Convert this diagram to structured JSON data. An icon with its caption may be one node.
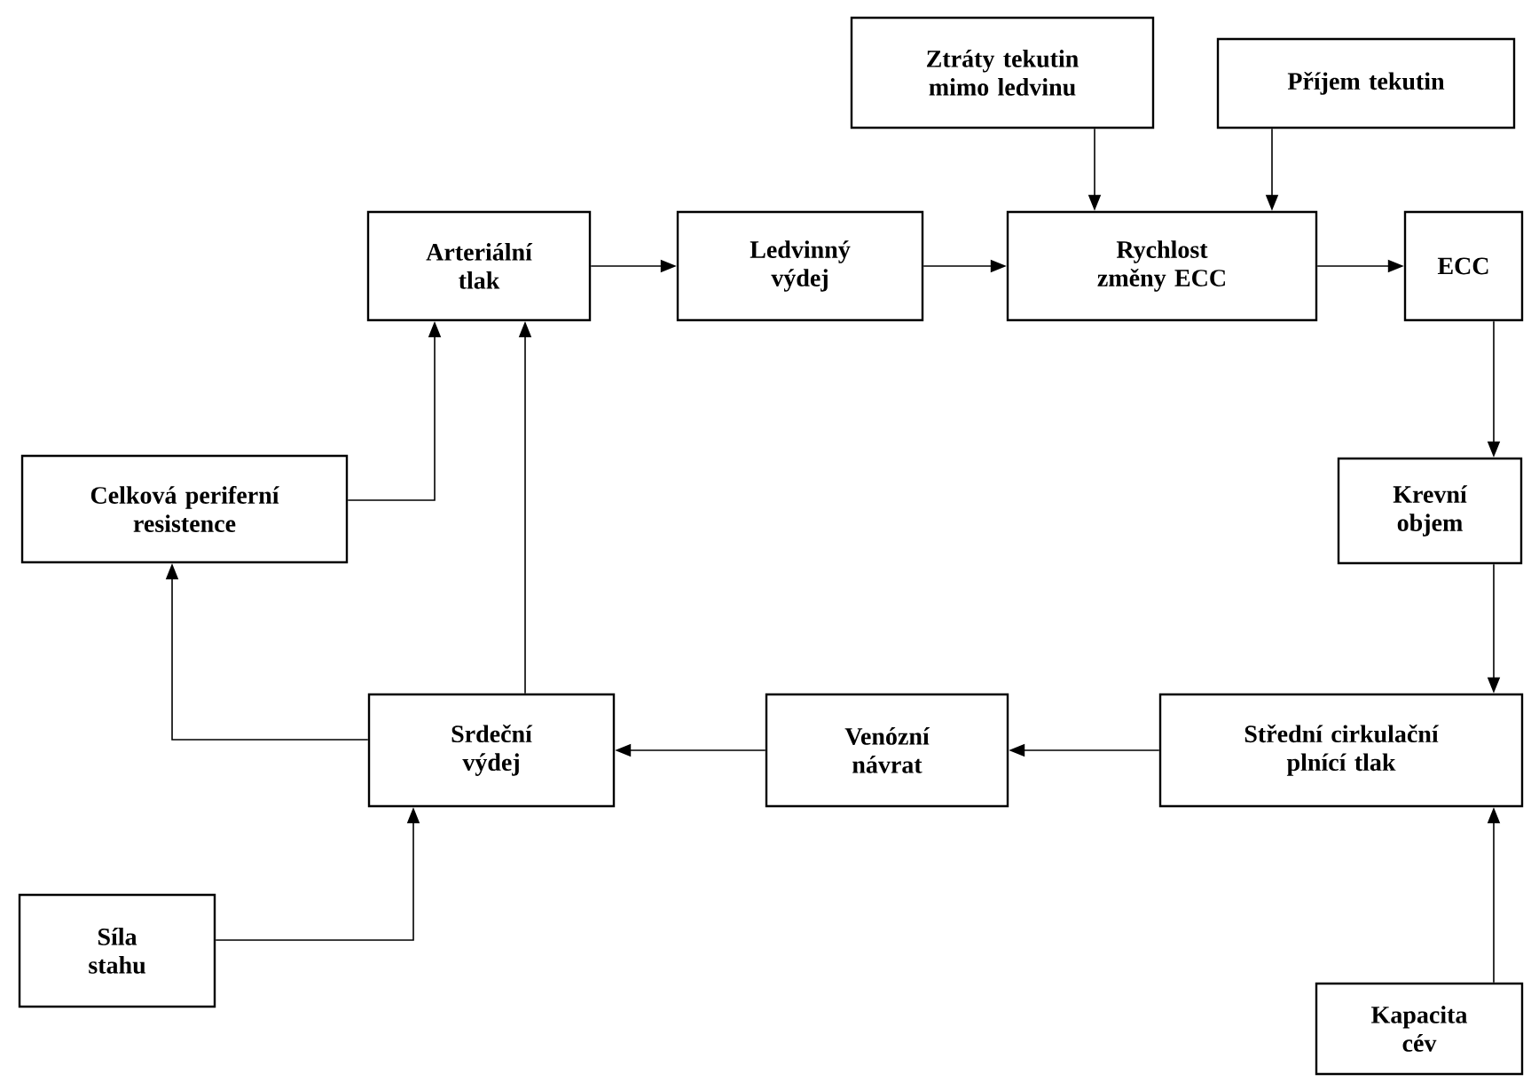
{
  "diagram": {
    "nodes": [
      {
        "text": [
          "Ztráty tekutin mimo ledvinu"
        ]
      },
      {
        "text": [
          "Příjem tekutin"
        ]
      },
      {
        "text": [
          "Arteriální tlak"
        ]
      },
      {
        "text": [
          "Ledvinný výdej"
        ]
      },
      {
        "text": [
          "Rychlost změny ECC"
        ]
      },
      {
        "text": [
          "ECC"
        ]
      },
      {
        "text": [
          "Krevní objem"
        ]
      },
      {
        "text": [
          "Celková periferní resistence"
        ]
      },
      {
        "text": [
          "Srdeční výdej"
        ]
      },
      {
        "text": [
          "Venózní návrat"
        ]
      },
      {
        "text": [
          "Střední cirkulační plnící tlak"
        ]
      },
      {
        "text": [
          "Síla stahu"
        ]
      },
      {
        "text": [
          "Kapacita cév"
        ]
      }
    ],
    "edges": [
      {
        "from": 0,
        "to": 4,
        "arrow": "to"
      },
      {
        "from": 1,
        "to": 4,
        "arrow": "to"
      },
      {
        "from": 2,
        "to": 3,
        "arrow": "to"
      },
      {
        "from": 3,
        "to": 4,
        "arrow": "to"
      },
      {
        "from": 4,
        "to": 5,
        "arrow": "to"
      },
      {
        "from": 5,
        "to": 6,
        "arrow": "to"
      },
      {
        "from": 6,
        "to": 10,
        "arrow": "to"
      },
      {
        "from": 10,
        "to": 9,
        "arrow": "to"
      },
      {
        "from": 9,
        "to": 8,
        "arrow": "to"
      },
      {
        "from": 8,
        "to": 2,
        "arrow": "to"
      },
      {
        "from": 8,
        "to": 7,
        "arrow": "to"
      },
      {
        "from": 7,
        "to": 2,
        "arrow": "to"
      },
      {
        "from": 11,
        "to": 8,
        "arrow": "to"
      },
      {
        "from": 12,
        "to": 10,
        "arrow": "to"
      }
    ]
  }
}
